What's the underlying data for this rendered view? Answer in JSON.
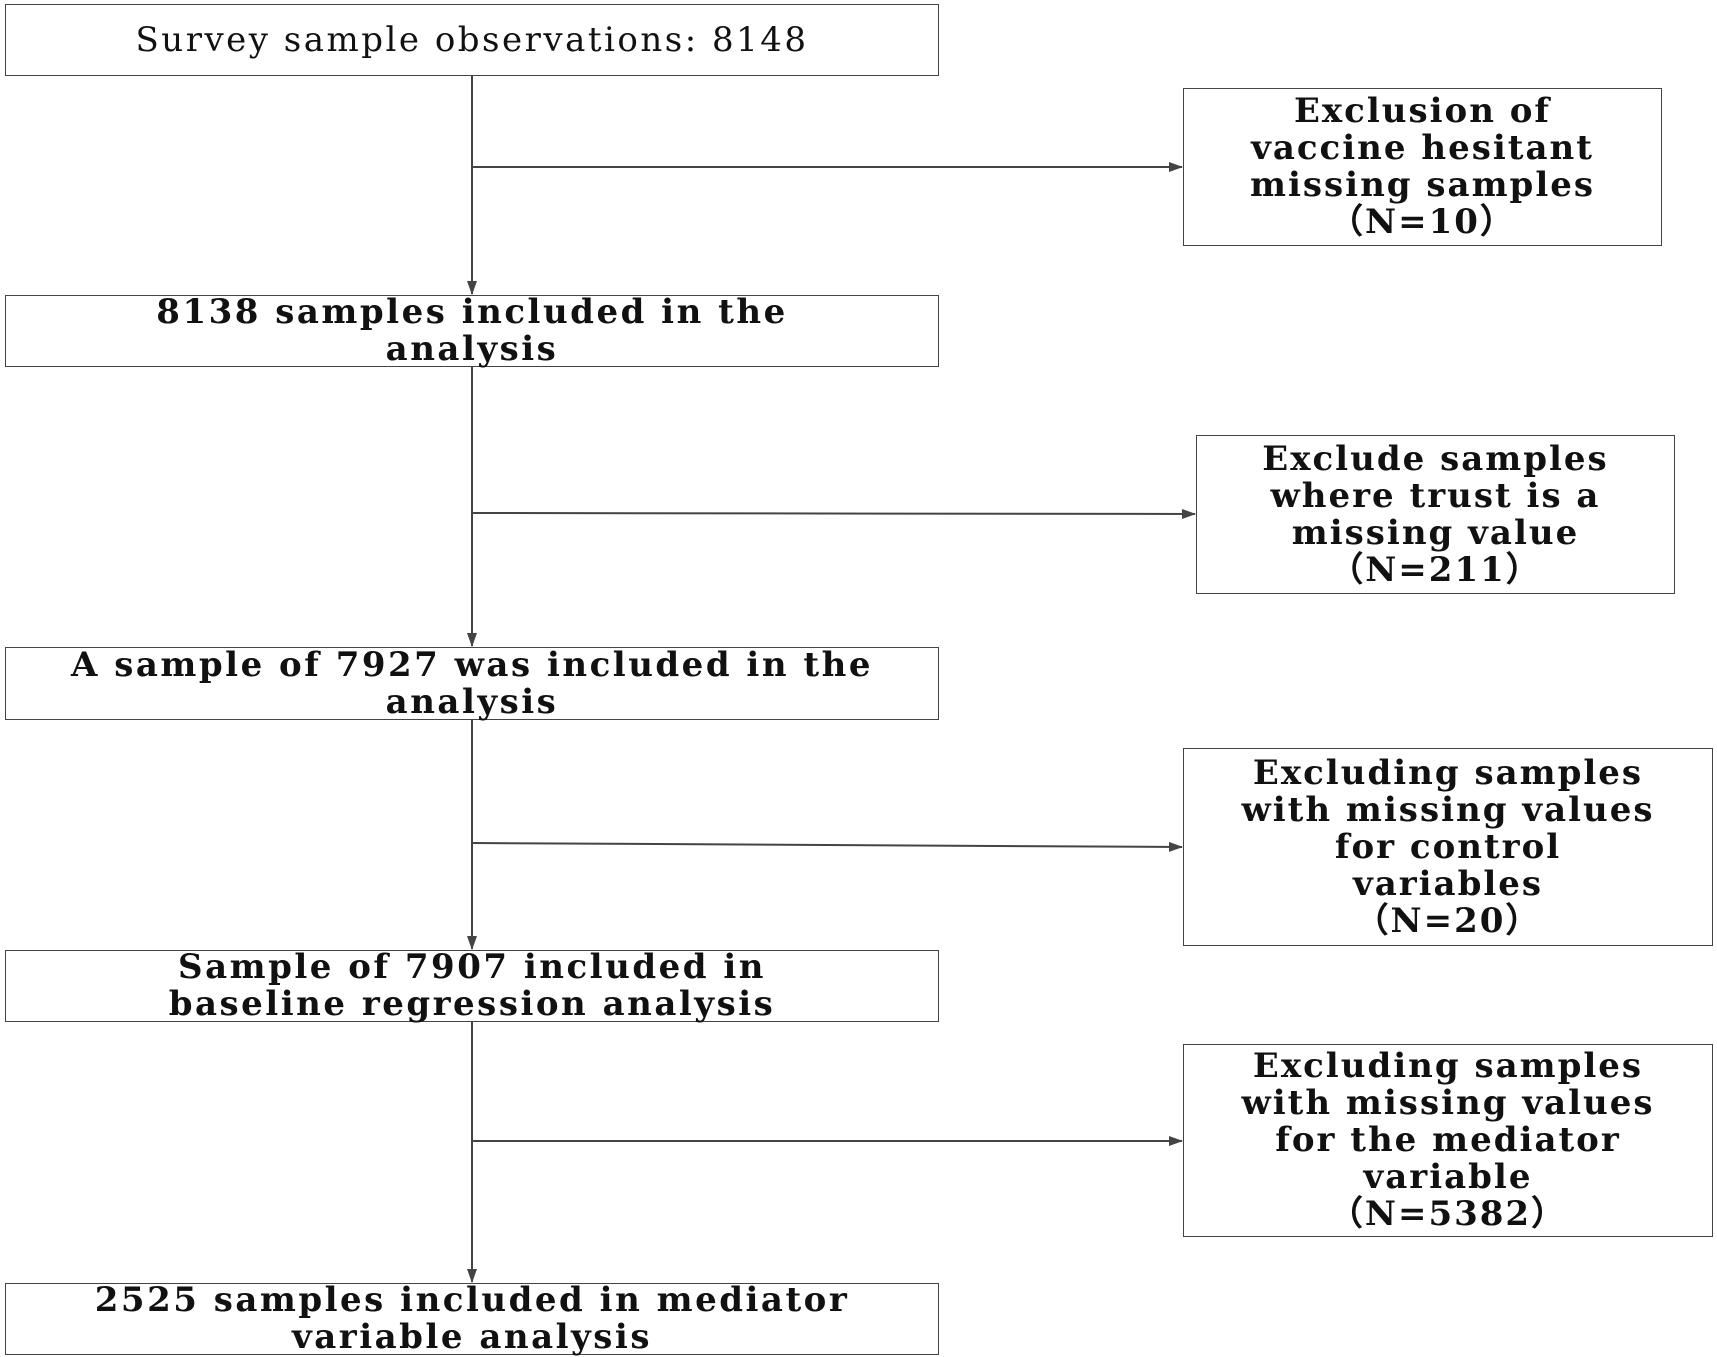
{
  "flow": {
    "main": [
      {
        "text": "Survey sample observations:  8148"
      },
      {
        "text": "8138 samples included in the analysis"
      },
      {
        "text": "A sample of 7927 was included in the analysis"
      },
      {
        "text": "Sample of 7907 included in baseline regression analysis"
      },
      {
        "text": "2525 samples included in mediator variable analysis"
      }
    ],
    "exclusions": [
      {
        "lines": [
          "Exclusion of",
          "vaccine hesitant",
          "missing samples",
          "（N=10）"
        ]
      },
      {
        "lines": [
          "Exclude samples",
          "where trust is a",
          "missing value",
          "（N=211）"
        ]
      },
      {
        "lines": [
          "Excluding samples",
          "with missing values",
          "for control",
          "variables",
          "（N=20）"
        ]
      },
      {
        "lines": [
          "Excluding samples",
          "with missing values",
          "for the mediator",
          "variable",
          "（N=5382）"
        ]
      }
    ]
  },
  "colors": {
    "line": "#444444",
    "border": "#444444",
    "text": "#111111"
  }
}
